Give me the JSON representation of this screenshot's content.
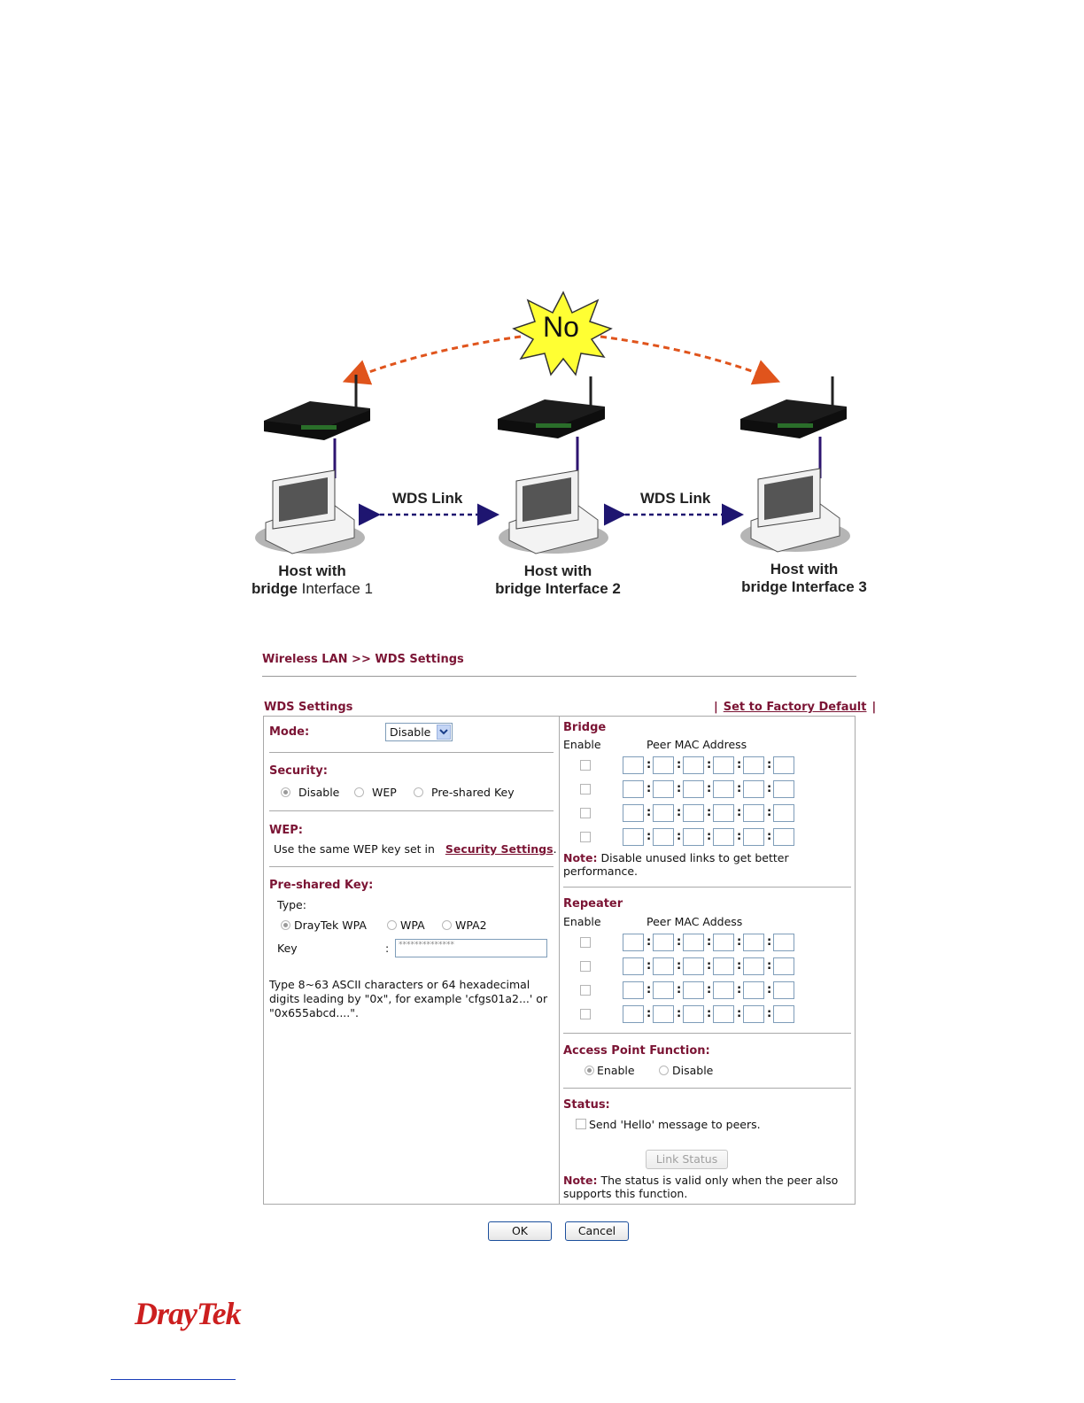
{
  "diagram": {
    "burst_text": "No",
    "wds_link_left": "WDS Link",
    "wds_link_right": "WDS Link",
    "hosts": [
      {
        "line1": "Host with",
        "line2_bold": "bridge",
        "line2_rest": " Interface 1"
      },
      {
        "line1": "Host with",
        "line2_bold": "bridge Interface 2",
        "line2_rest": ""
      },
      {
        "line1": "Host with",
        "line2_bold": "bridge Interface 3",
        "line2_rest": ""
      }
    ],
    "colors": {
      "dashed_arc": "#e0541c",
      "wds_arrow": "#1e1570",
      "burst_fill": "#ffff33",
      "pole": "#2d1470"
    }
  },
  "page": {
    "breadcrumb": "Wireless LAN >> WDS Settings",
    "section_title": "WDS Settings",
    "factory_link": "Set to Factory Default",
    "factory_sep": "|"
  },
  "left": {
    "mode_label": "Mode:",
    "mode_value": "Disable",
    "security_label": "Security:",
    "security_options": [
      "Disable",
      "WEP",
      "Pre-shared Key"
    ],
    "security_selected": "Disable",
    "wep_label": "WEP:",
    "wep_text": "Use the same WEP key set in",
    "wep_link": "Security Settings",
    "wep_period": ".",
    "psk_label": "Pre-shared Key:",
    "type_label": "Type:",
    "type_options": [
      "DrayTek WPA",
      "WPA",
      "WPA2"
    ],
    "type_selected": "DrayTek WPA",
    "key_label": "Key",
    "key_colon": ":",
    "key_value": "**************",
    "hint_line1": "Type 8~63 ASCII characters or 64 hexadecimal",
    "hint_line2": "digits leading by \"0x\", for example 'cfgs01a2...' or",
    "hint_line3": "\"0x655abcd....\"."
  },
  "right": {
    "bridge_label": "Bridge",
    "bridge_enable": "Enable",
    "bridge_peer": "Peer MAC Address",
    "bridge_note_label": "Note:",
    "bridge_note_line1": " Disable unused links to get better",
    "bridge_note_line2": "performance.",
    "repeater_label": "Repeater",
    "repeater_enable": "Enable",
    "repeater_peer": "Peer MAC Addess",
    "ap_label": "Access Point Function:",
    "ap_options": [
      "Enable",
      "Disable"
    ],
    "ap_selected": "Enable",
    "status_label": "Status:",
    "hello_text": "Send 'Hello' message to peers.",
    "link_status_button": "Link Status",
    "status_note_label": "Note:",
    "status_note_line1": " The status is valid only when the peer also",
    "status_note_line2": "supports this function."
  },
  "buttons": {
    "ok": "OK",
    "cancel": "Cancel"
  },
  "footer": {
    "logo": "DrayTek",
    "logo_color": "#cc1f1f"
  }
}
